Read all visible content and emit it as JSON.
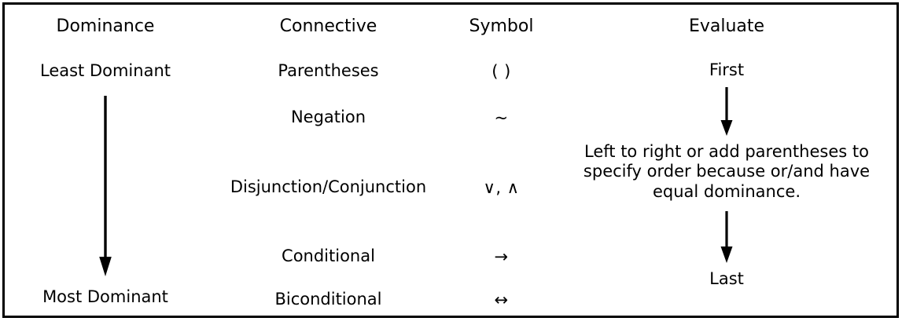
{
  "table": {
    "headers": [
      {
        "id": "dominance",
        "label": "Dominance"
      },
      {
        "id": "connective",
        "label": "Connective"
      },
      {
        "id": "symbol",
        "label": "Symbol"
      },
      {
        "id": "evaluate",
        "label": "Evaluate"
      }
    ],
    "dominance_column": {
      "top_label": "Least Dominant",
      "bottom_label": "Most Dominant",
      "arrow": "down-arrow-icon"
    },
    "rows": [
      {
        "connective": "Parentheses",
        "symbol": "( )"
      },
      {
        "connective": "Negation",
        "symbol": "~"
      },
      {
        "connective": "Disjunction/Conjunction",
        "symbol": "∨, ∧"
      },
      {
        "connective": "Conditional",
        "symbol": "→"
      },
      {
        "connective": "Biconditional",
        "symbol": "↔"
      }
    ],
    "evaluate_column": {
      "first_label": "First",
      "middle_text": "Left to right or add parentheses to specify order because or/and have equal dominance.",
      "last_label": "Last",
      "arrow_top": "down-arrow-icon",
      "arrow_bottom": "down-arrow-icon"
    },
    "colors": {
      "border": "#000000",
      "text": "#000000",
      "background": "#ffffff"
    }
  }
}
